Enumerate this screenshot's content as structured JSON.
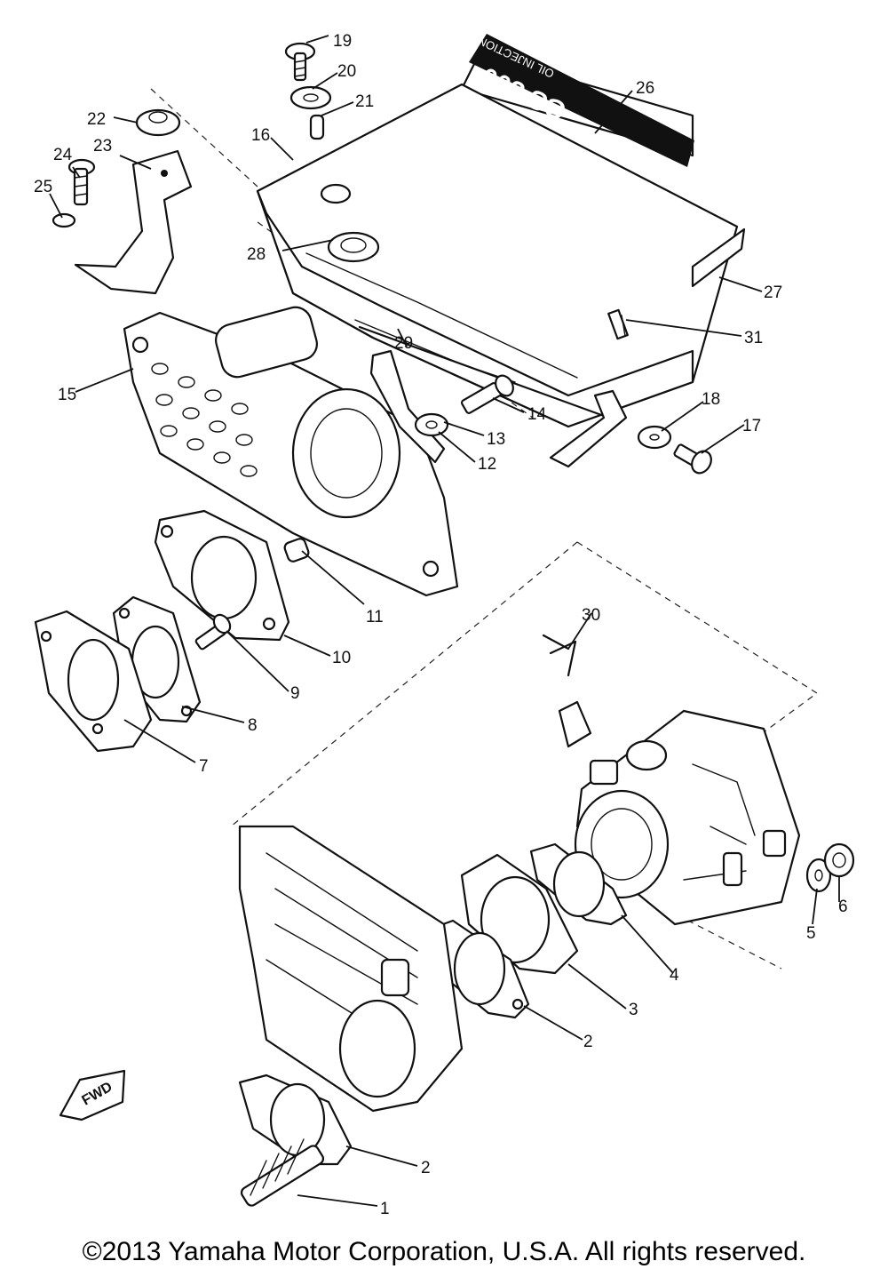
{
  "diagram": {
    "decal_text": "GS 300",
    "decal_subtext": "OIL INJECTION",
    "fwd_badge": "FWD",
    "callouts": [
      {
        "label": "1"
      },
      {
        "label": "2"
      },
      {
        "label": "2"
      },
      {
        "label": "3"
      },
      {
        "label": "4"
      },
      {
        "label": "5"
      },
      {
        "label": "6"
      },
      {
        "label": "7"
      },
      {
        "label": "8"
      },
      {
        "label": "9"
      },
      {
        "label": "10"
      },
      {
        "label": "11"
      },
      {
        "label": "12"
      },
      {
        "label": "13"
      },
      {
        "label": "14"
      },
      {
        "label": "15"
      },
      {
        "label": "16"
      },
      {
        "label": "17"
      },
      {
        "label": "18"
      },
      {
        "label": "19"
      },
      {
        "label": "20"
      },
      {
        "label": "21"
      },
      {
        "label": "22"
      },
      {
        "label": "23"
      },
      {
        "label": "24"
      },
      {
        "label": "25"
      },
      {
        "label": "26"
      },
      {
        "label": "27"
      },
      {
        "label": "28"
      },
      {
        "label": "29"
      },
      {
        "label": "30"
      },
      {
        "label": "31"
      }
    ]
  },
  "footer": {
    "copyright": "©2013 Yamaha Motor Corporation, U.S.A. All rights reserved."
  }
}
